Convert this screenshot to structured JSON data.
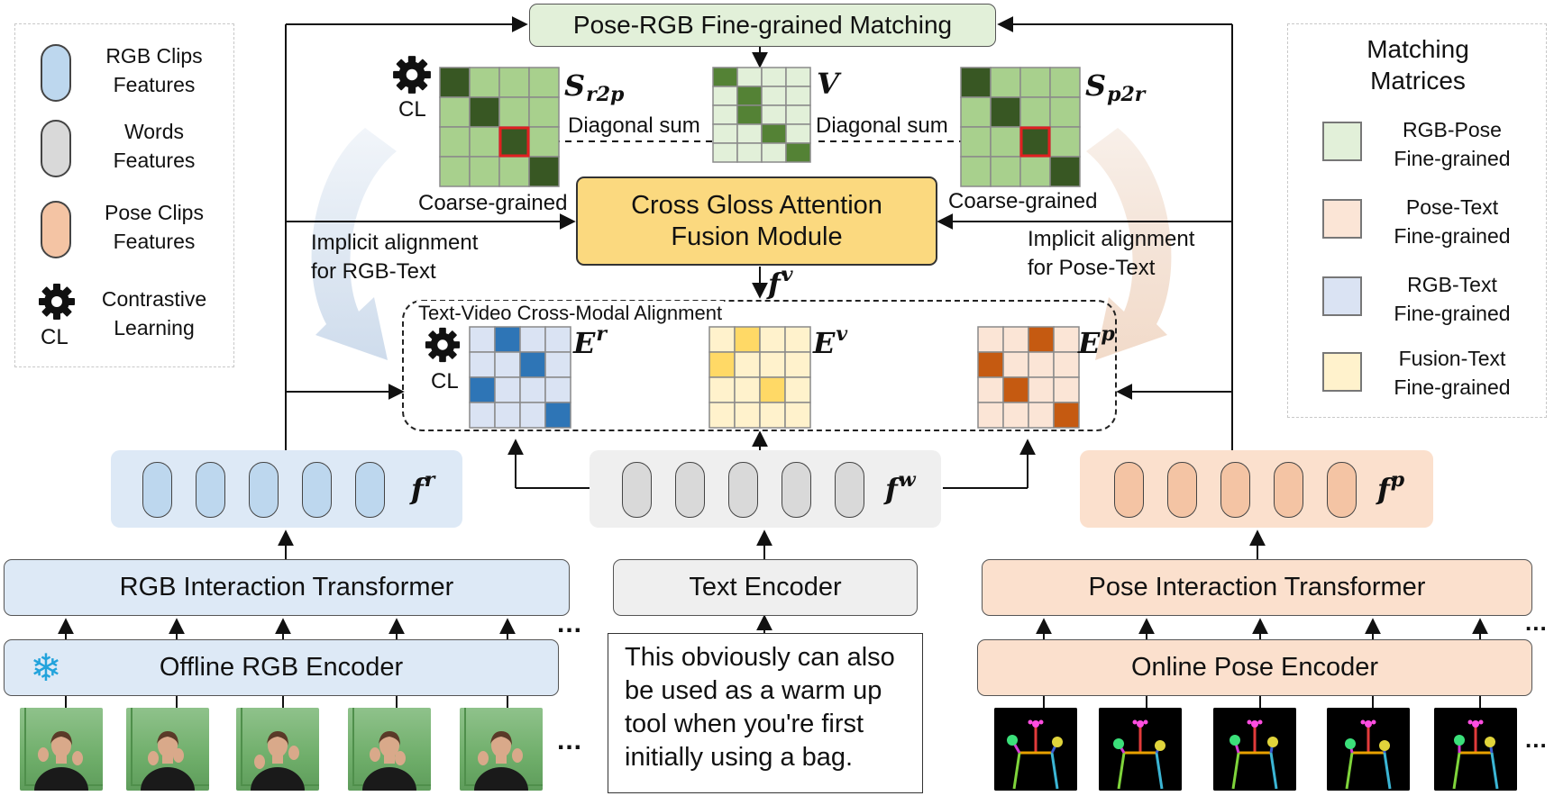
{
  "legend_left": {
    "rgb": "RGB Clips\nFeatures",
    "words": "Words\nFeatures",
    "pose": "Pose Clips\nFeatures",
    "cl": "Contrastive\nLearning",
    "cl_short": "CL"
  },
  "legend_right": {
    "title": "Matching\nMatrices",
    "rgb_pose": "RGB-Pose\nFine-grained",
    "pose_text": "Pose-Text\nFine-grained",
    "rgb_text": "RGB-Text\nFine-grained",
    "fusion_text": "Fusion-Text\nFine-grained"
  },
  "colors": {
    "rgb_fill": "#bdd7ee",
    "rgb_panel": "#dde9f6",
    "pose_fill": "#f4c4a4",
    "pose_panel": "#fbe0cd",
    "words_fill": "#d9d9d9",
    "words_panel": "#efefef",
    "fusion_fill": "#fbd97f",
    "green_light": "#a8d08d",
    "green_dark": "#385723",
    "fine_light": "#e2f0d9",
    "fine_dark": "#548235",
    "blue_light": "#dae3f3",
    "blue_dark": "#2e75b6",
    "yellow_light": "#fff2cc",
    "yellow_dark": "#ffd966",
    "orange_light": "#fbe5d6",
    "orange_dark": "#c55a11",
    "highlight": "#e02020"
  },
  "top": {
    "matching_title": "Pose-RGB Fine-grained Matching",
    "s_r2p_base": "S",
    "s_r2p_sub": "r2p",
    "s_p2r_base": "S",
    "s_p2r_sub": "p2r",
    "v_label": "V",
    "diag_left": "Diagonal sum",
    "diag_right": "Diagonal sum",
    "coarse_left": "Coarse-grained",
    "coarse_right": "Coarse-grained",
    "cl_label": "CL"
  },
  "fusion": {
    "title": "Cross Gloss Attention\nFusion Module",
    "out_base": "f",
    "out_sup": "v"
  },
  "implicit": {
    "left": "Implicit alignment\nfor RGB-Text",
    "right": "Implicit alignment\nfor Pose-Text"
  },
  "alignment": {
    "title": "Text-Video Cross-Modal Alignment",
    "cl_label": "CL",
    "er_base": "E",
    "er_sup": "r",
    "ev_base": "E",
    "ev_sup": "v",
    "ep_base": "E",
    "ep_sup": "p"
  },
  "features": {
    "rgb_base": "f",
    "rgb_sup": "r",
    "words_base": "f",
    "words_sup": "w",
    "pose_base": "f",
    "pose_sup": "p"
  },
  "encoders": {
    "rgb_interaction": "RGB Interaction Transformer",
    "text_encoder": "Text Encoder",
    "pose_interaction": "Pose Interaction Transformer",
    "offline_rgb": "Offline RGB Encoder",
    "online_pose": "Online Pose Encoder"
  },
  "input_text": "This obviously can also\nbe used as a warm up\ntool when you're first\ninitially using a bag.",
  "ellipsis": "..."
}
